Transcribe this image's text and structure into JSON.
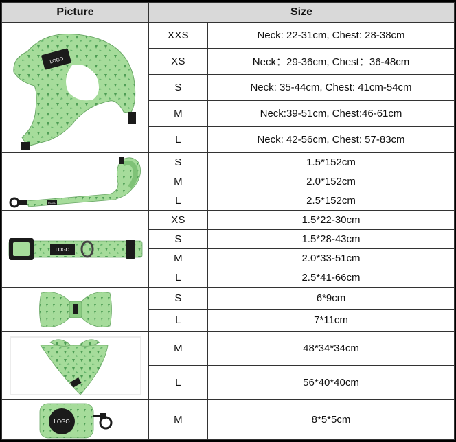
{
  "header": {
    "picture": "Picture",
    "size": "Size"
  },
  "logo_text": "LOGO",
  "pattern_colors": {
    "base": "#a6dc9b",
    "light": "#c6ecba",
    "mark": "#4e9d55",
    "dark": "#1b1b1b"
  },
  "products": [
    {
      "icon": "harness-icon",
      "rows": [
        {
          "size": "XXS",
          "dim": "Neck: 22-31cm, Chest: 28-38cm"
        },
        {
          "size": "XS",
          "dim": "Neck：29-36cm, Chest：36-48cm"
        },
        {
          "size": "S",
          "dim": "Neck: 35-44cm, Chest: 41cm-54cm"
        },
        {
          "size": "M",
          "dim": "Neck:39-51cm, Chest:46-61cm"
        },
        {
          "size": "L",
          "dim": "Neck: 42-56cm, Chest: 57-83cm"
        }
      ]
    },
    {
      "icon": "leash-icon",
      "rows": [
        {
          "size": "S",
          "dim": "1.5*152cm"
        },
        {
          "size": "M",
          "dim": "2.0*152cm"
        },
        {
          "size": "L",
          "dim": "2.5*152cm"
        }
      ]
    },
    {
      "icon": "collar-icon",
      "rows": [
        {
          "size": "XS",
          "dim": "1.5*22-30cm"
        },
        {
          "size": "S",
          "dim": "1.5*28-43cm"
        },
        {
          "size": "M",
          "dim": "2.0*33-51cm"
        },
        {
          "size": "L",
          "dim": "2.5*41-66cm"
        }
      ]
    },
    {
      "icon": "bow-tie-icon",
      "rows": [
        {
          "size": "S",
          "dim": "6*9cm"
        },
        {
          "size": "L",
          "dim": "7*11cm"
        }
      ]
    },
    {
      "icon": "bandana-icon",
      "rows": [
        {
          "size": "M",
          "dim": "48*34*34cm"
        },
        {
          "size": "L",
          "dim": "56*40*40cm"
        }
      ]
    },
    {
      "icon": "poop-bag-holder-icon",
      "rows": [
        {
          "size": "M",
          "dim": "8*5*5cm"
        }
      ]
    }
  ]
}
